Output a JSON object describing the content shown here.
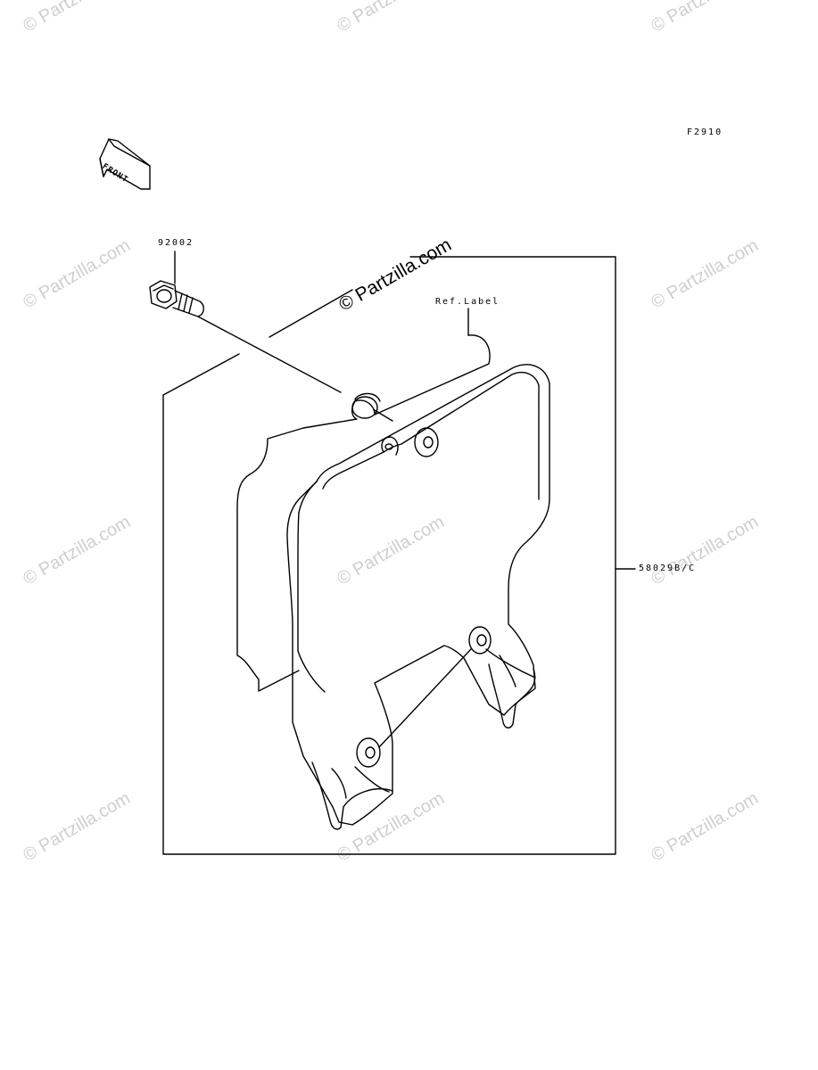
{
  "diagram": {
    "figure_code": "F2910",
    "front_label": "FRONT",
    "callouts": {
      "bolt": "92002",
      "ref_label": "Ref.Label",
      "cover": "58029B/C"
    }
  },
  "watermark": {
    "center_text": "© Partzilla.com",
    "tile_text": "© Partzilla.com"
  }
}
